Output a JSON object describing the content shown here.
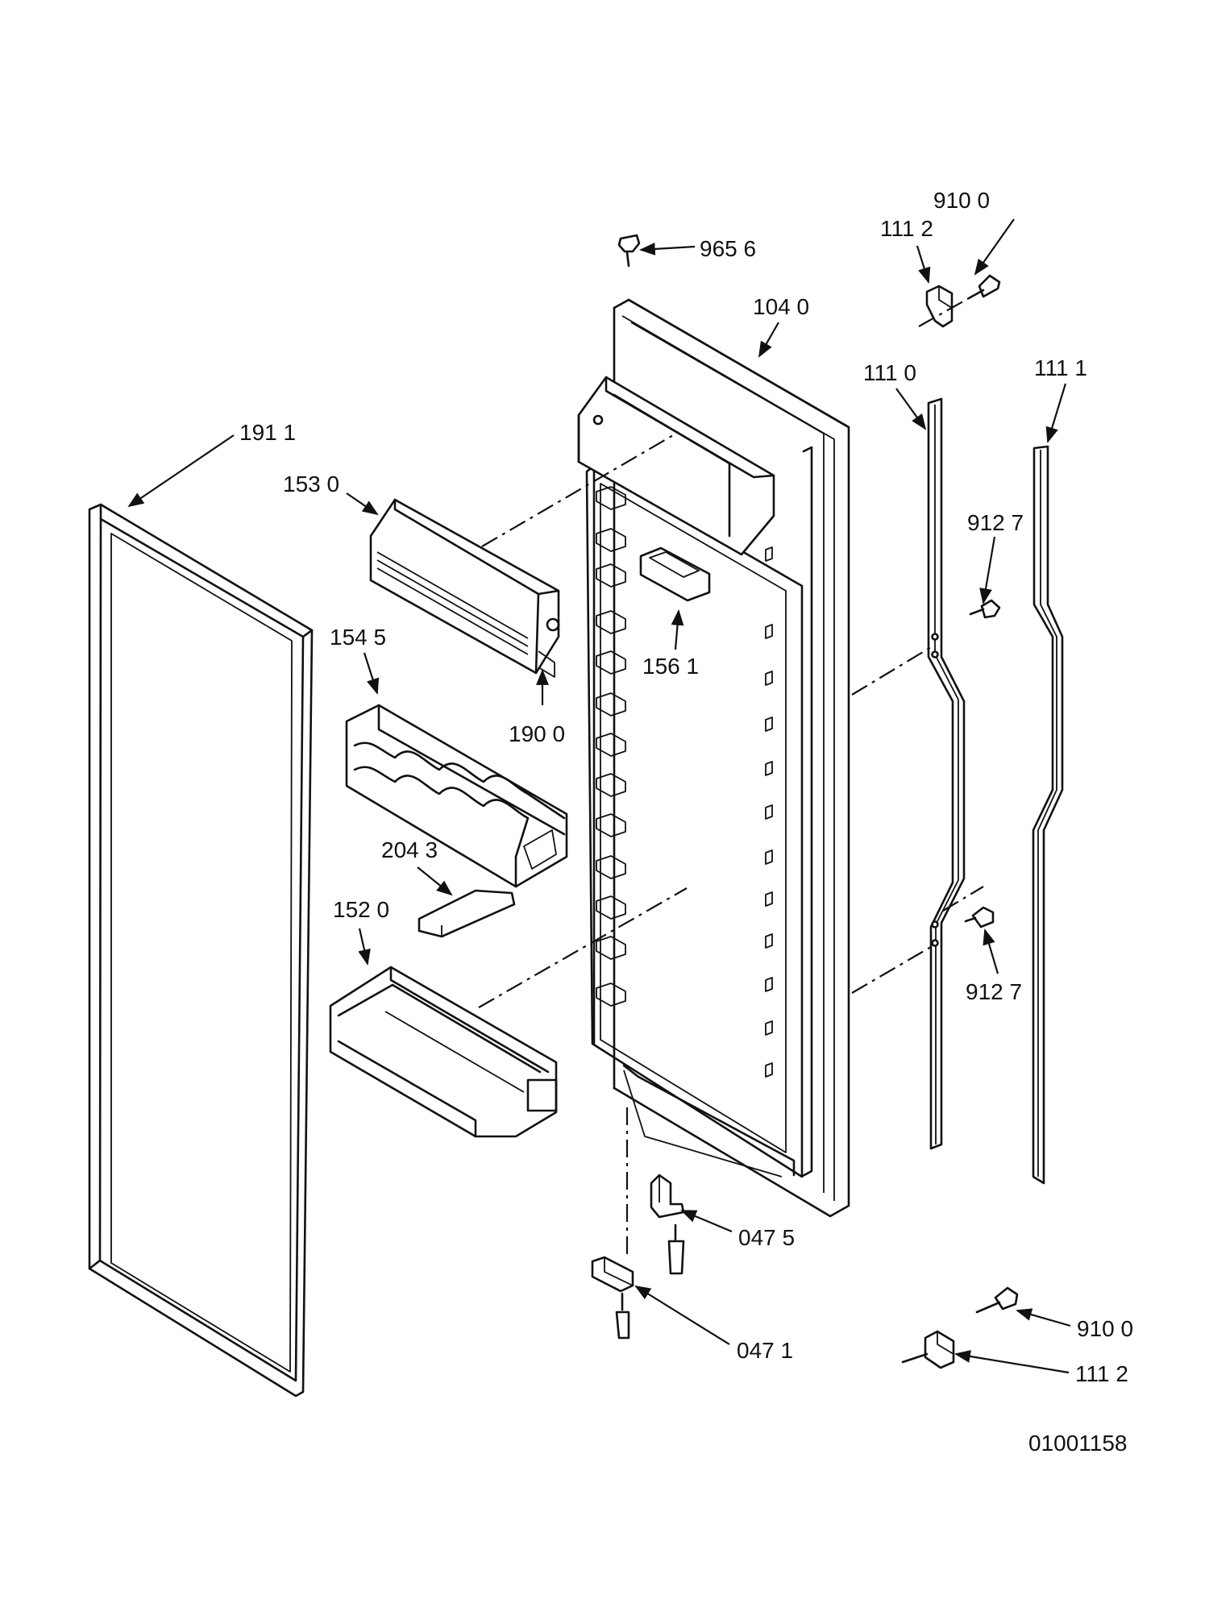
{
  "labels": {
    "p9100_top": "910 0",
    "p1112_top": "111 2",
    "p9656": "965 6",
    "p1040": "104 0",
    "p1110": "111 0",
    "p1111": "111 1",
    "p1911": "191 1",
    "p1530": "153 0",
    "p9127_top": "912 7",
    "p1545": "154 5",
    "p1561": "156 1",
    "p1900": "190 0",
    "p2043": "204 3",
    "p1520": "152 0",
    "p9127_bot": "912 7",
    "p0475": "047 5",
    "p0471": "047 1",
    "p9100_bot": "910 0",
    "p1112_bot": "111 2"
  },
  "document_number": "01001158"
}
